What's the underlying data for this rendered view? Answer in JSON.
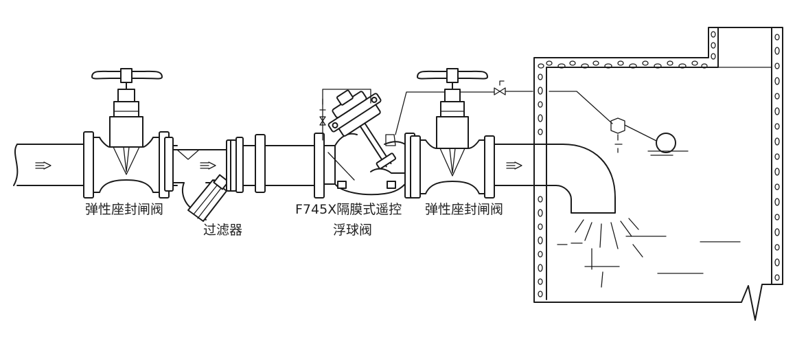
{
  "labels": {
    "gate_valve_left": "弹性座封闸阀",
    "strainer": "过滤器",
    "float_valve_line1": "F745X隔膜式遥控",
    "float_valve_line2": "浮球阀",
    "gate_valve_right": "弹性座封闸阀"
  },
  "flow_arrow_glyph": "⇨",
  "colors": {
    "line": "#1a1a1a",
    "text": "#222222",
    "background": "#ffffff"
  }
}
